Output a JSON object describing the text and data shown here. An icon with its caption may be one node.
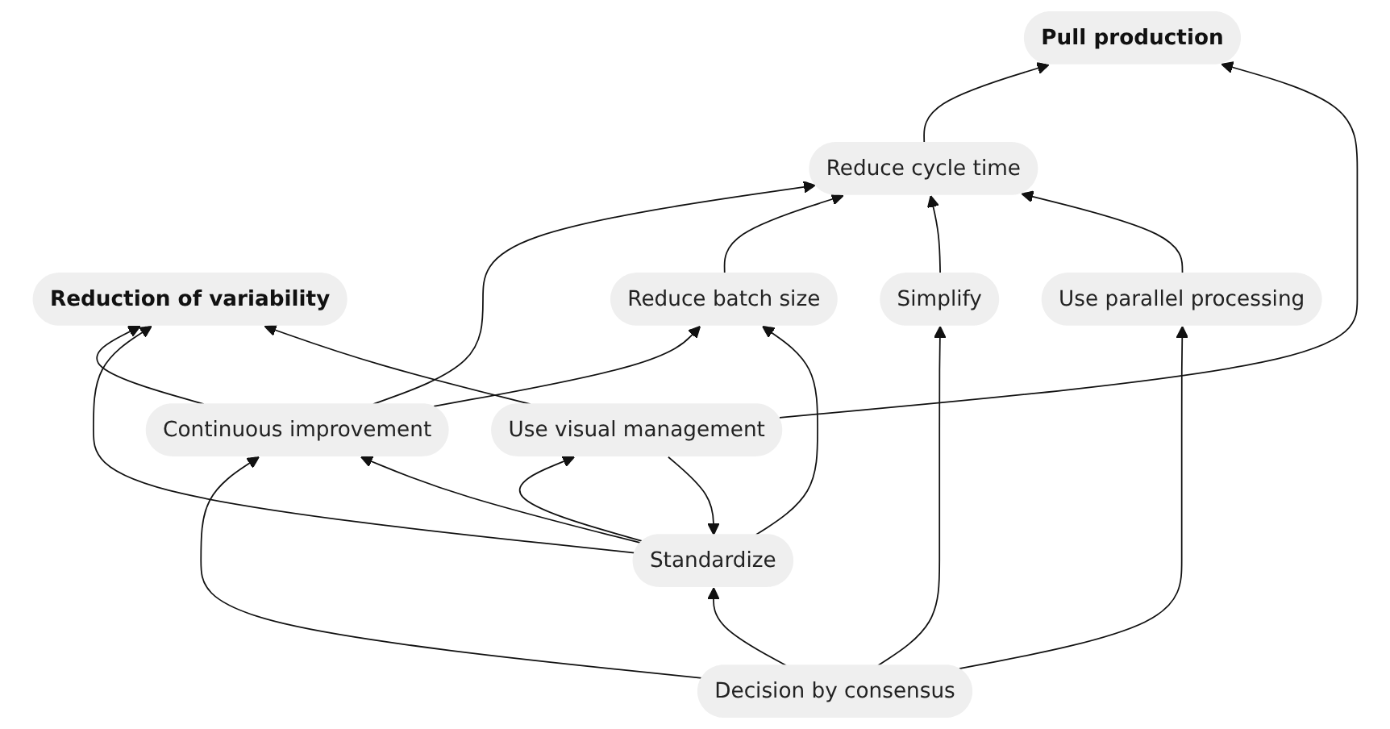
{
  "diagram": {
    "nodes": [
      {
        "text": [
          "Reduction of variability"
        ]
      },
      {
        "text": [
          "Pull production"
        ]
      },
      {
        "text": [
          "Continuous improvement"
        ]
      },
      {
        "text": [
          "Reduce batch size"
        ]
      },
      {
        "text": [
          "Reduce cycle time"
        ]
      },
      {
        "text": [
          "Decision by consensus"
        ]
      },
      {
        "text": [
          "Standardize"
        ]
      },
      {
        "text": [
          "Use visual management"
        ]
      },
      {
        "text": [
          "Simplify"
        ]
      },
      {
        "text": [
          "Use parallel processing"
        ]
      }
    ],
    "edges": [
      {
        "from": 2,
        "to": 0,
        "arrow": "to"
      },
      {
        "from": 2,
        "to": 3,
        "arrow": "to"
      },
      {
        "from": 2,
        "to": 4,
        "arrow": "to"
      },
      {
        "from": 3,
        "to": 4,
        "arrow": "to"
      },
      {
        "from": 4,
        "to": 1,
        "arrow": "to"
      },
      {
        "from": 5,
        "to": 2,
        "arrow": "to"
      },
      {
        "from": 5,
        "to": 6,
        "arrow": "to"
      },
      {
        "from": 5,
        "to": 8,
        "arrow": "to"
      },
      {
        "from": 5,
        "to": 9,
        "arrow": "to"
      },
      {
        "from": 6,
        "to": 2,
        "arrow": "to"
      },
      {
        "from": 6,
        "to": 0,
        "arrow": "to"
      },
      {
        "from": 6,
        "to": 3,
        "arrow": "to"
      },
      {
        "from": 6,
        "to": 7,
        "arrow": "to"
      },
      {
        "from": 7,
        "to": 6,
        "arrow": "to"
      },
      {
        "from": 7,
        "to": 0,
        "arrow": "to"
      },
      {
        "from": 7,
        "to": 1,
        "arrow": "to"
      },
      {
        "from": 8,
        "to": 4,
        "arrow": "to"
      },
      {
        "from": 9,
        "to": 4,
        "arrow": "to"
      }
    ]
  }
}
